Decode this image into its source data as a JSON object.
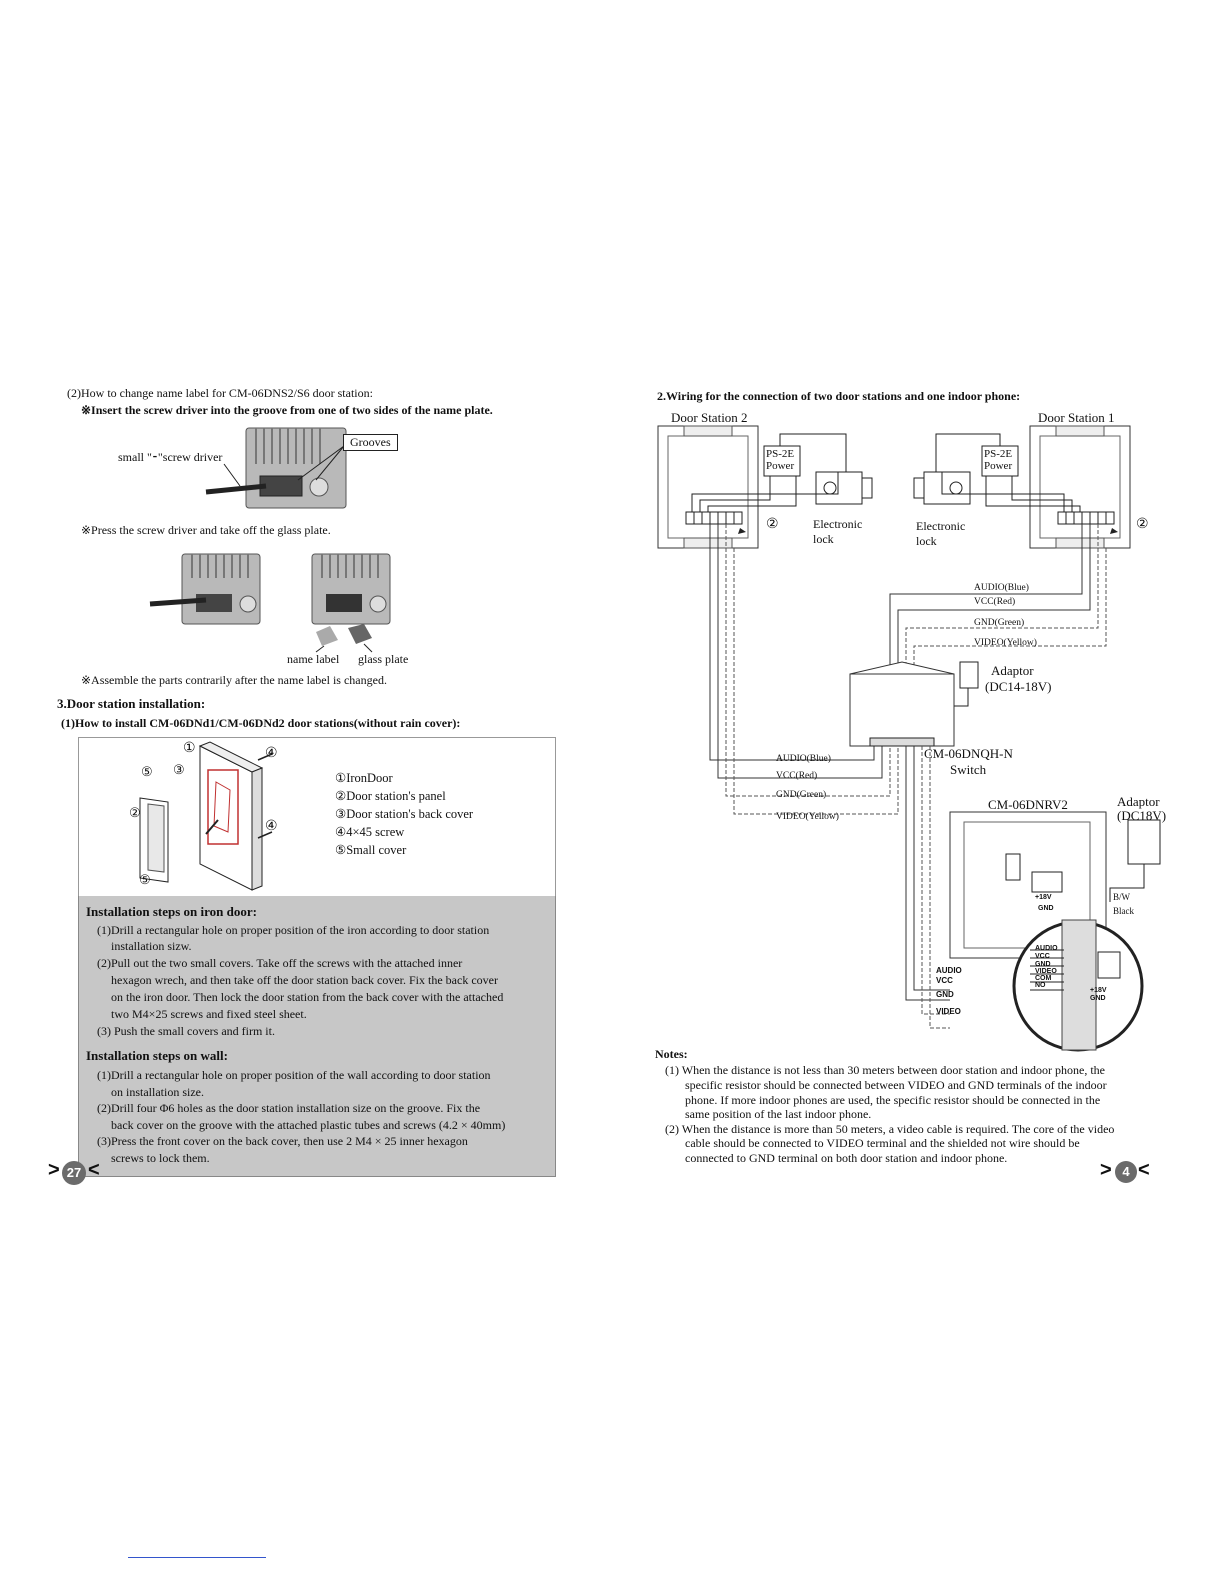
{
  "left": {
    "heading_name_label": "(2)How to change name label for CM-06DNS2/S6 door station:",
    "insert_note": "※Insert the screw driver into the groove from one of two sides of the name plate.",
    "grooves_label": "Grooves",
    "screwdriver_label": "small \"⁃\"screw driver",
    "press_note": "※Press the screw driver and take off the glass plate.",
    "name_label_caption": "name label",
    "glass_plate_caption": "glass plate",
    "assemble_note": "※Assemble the parts contrarily after the name label is changed.",
    "section3_title": "3.Door station installation:",
    "install_title": "(1)How to install CM-06DNd1/CM-06DNd2 door stations(without rain cover):",
    "legend": [
      "①IronDoor",
      "②Door station's panel",
      "③Door station's back cover",
      "④4×45 screw",
      "⑤Small cover"
    ],
    "fig_markers": {
      "m1": "①",
      "m2": "②",
      "m3": "③",
      "m4": "④",
      "m5": "⑤"
    },
    "iron_door_title": "Installation steps on iron door:",
    "iron_door_steps": [
      "(1)Drill a rectangular hole on proper position of the iron according to door station",
      "installation sizw.",
      "(2)Pull out the two small covers. Take off the screws with the attached inner",
      "hexagon wrech, and then take off the door station back cover. Fix the back cover",
      "on the iron door. Then lock the door station from the back cover with the attached",
      "two M4×25 screws and fixed steel sheet.",
      "(3) Push the small covers and firm it."
    ],
    "wall_title": "Installation steps on wall:",
    "wall_steps": [
      "(1)Drill a rectangular hole on proper position of the wall according to door station",
      "on installation size.",
      "(2)Drill four Φ6 holes as the door station installation size on the groove. Fix the",
      "back cover on the groove with the attached plastic tubes and screws (4.2 × 40mm)",
      "(3)Press the front cover on the back cover, then use 2 M4 × 25 inner hexagon",
      "screws to lock them."
    ],
    "page_number": "27"
  },
  "right": {
    "title": "2.Wiring for the connection of two door stations and one indoor phone:",
    "door_station_2": "Door Station 2",
    "door_station_1": "Door Station 1",
    "power": "PS-2E\nPower",
    "power_a": "PS-2E",
    "power_b": "Power",
    "electronic_lock": "Electronic",
    "lock": "lock",
    "marker2": "②",
    "wires_top": [
      "AUDIO(Blue)",
      "VCC(Red)",
      "GND(Green)",
      "VIDEO(Yellow)"
    ],
    "wires_bottom": [
      "AUDIO(Blue)",
      "VCC(Red)",
      "GND(Green)",
      "VIDEO(Yellow)"
    ],
    "adaptor1": "Adaptor",
    "adaptor1_spec": "(DC14-18V)",
    "switch_model": "CM-06DNQH-N",
    "switch_label": "Switch",
    "monitor_model": "CM-06DNRV2",
    "adaptor2": "Adaptor",
    "adaptor2_spec": "(DC18V)",
    "bw": "B/W",
    "black": "Black",
    "plus18v": "+18V",
    "gnd": "GND",
    "terminal_labels": [
      "AUDIO",
      "VCC",
      "GND",
      "VIDEO"
    ],
    "zoom_labels": [
      "AUDIO",
      "VCC",
      "GND",
      "VIDEO",
      "COM",
      "NO"
    ],
    "zoom_power": [
      "+18V",
      "GND"
    ],
    "notes_title": "Notes:",
    "notes": [
      "(1) When the distance is not less than 30 meters between door station and indoor phone, the",
      "specific resistor should be connected between VIDEO and GND terminals of the indoor",
      "phone. If more indoor phones are used, the specific resistor should be connected in the",
      "same position of the last indoor phone.",
      "(2) When the distance is more than 50 meters, a video cable is required. The core of the video",
      "cable should be connected to VIDEO terminal and the shielded not wire should be",
      "connected  to GND terminal on both door station and indoor phone."
    ],
    "page_number": "4"
  }
}
